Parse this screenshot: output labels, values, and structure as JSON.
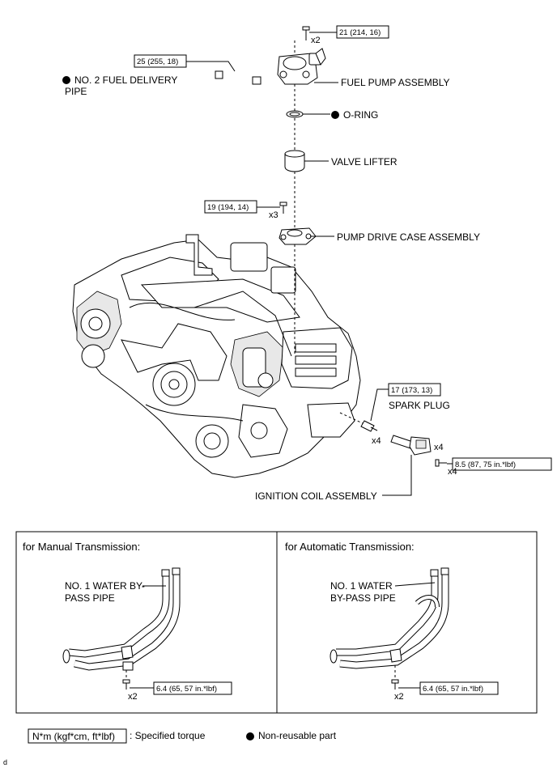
{
  "parts": {
    "fuel_pump": "FUEL PUMP ASSEMBLY",
    "o_ring": "O-RING",
    "valve_lifter": "VALVE LIFTER",
    "pump_drive_case": "PUMP DRIVE CASE ASSEMBLY",
    "delivery_pipe_1": "NO. 2 FUEL DELIVERY",
    "delivery_pipe_2": "PIPE",
    "spark_plug": "SPARK PLUG",
    "ignition_coil": "IGNITION COIL ASSEMBLY"
  },
  "torques": {
    "fuel_pump_bolt": "21 (214, 16)",
    "delivery_pipe_nut": "25 (255, 18)",
    "drive_case_bolt": "19 (194, 14)",
    "spark_plug": "17 (173, 13)",
    "coil_bolt": "8.5 (87, 75 in.*lbf)",
    "manual_pipe_bolt": "6.4 (65, 57 in.*lbf)",
    "auto_pipe_bolt": "6.4 (65, 57 in.*lbf)"
  },
  "counts": {
    "fuel_pump_bolt": "x2",
    "drive_case_bolt": "x3",
    "spark_plug": "x4",
    "coil": "x4",
    "coil_bolt": "x4",
    "manual_pipe_bolt": "x2",
    "auto_pipe_bolt": "x2"
  },
  "panels": {
    "manual": {
      "title": "for Manual Transmission:",
      "pipe_1": "NO. 1 WATER BY-",
      "pipe_2": "PASS PIPE"
    },
    "automatic": {
      "title": "for Automatic Transmission:",
      "pipe_1": "NO. 1 WATER",
      "pipe_2": "BY-PASS PIPE"
    }
  },
  "legend": {
    "torque_unit": "N*m (kgf*cm, ft*lbf)",
    "torque_desc": ": Specified torque",
    "non_reusable": "Non-reusable part"
  },
  "corner_mark": "d"
}
